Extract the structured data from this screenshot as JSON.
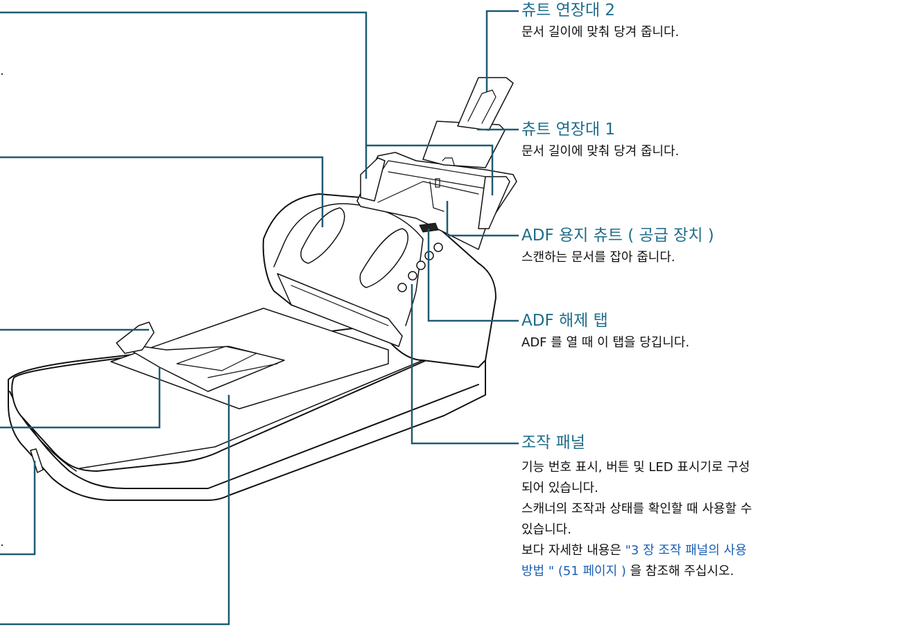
{
  "colors": {
    "leader": "#1f5a73",
    "heading": "#1f6d8c",
    "link": "#1a5fb4",
    "line_art": "#111111"
  },
  "callouts": {
    "chute_ext2": {
      "title": "츄트 연장대 2",
      "desc": "문서 길이에 맞춰 당겨 줍니다."
    },
    "chute_ext1": {
      "title": "츄트 연장대 1",
      "desc": "문서 길이에 맞춰 당겨 줍니다."
    },
    "adf_chute": {
      "title": "ADF 용지 츄트 ( 공급 장치 )",
      "desc": "스캔하는 문서를 잡아 줍니다."
    },
    "adf_release": {
      "title": "ADF 해제 탭",
      "desc": "ADF 를 열 때 이 탭을 당깁니다."
    },
    "operator_panel": {
      "title": "조작 패널",
      "desc_lines": [
        "기능 번호 표시, 버튼 및 LED 표시기로 구성",
        "되어 있습니다.",
        "스캐너의 조작과 상태를 확인할 때 사용할 수",
        "있습니다."
      ],
      "ref_prefix": "보다 자세한 내용은 ",
      "ref_link_line1": "\"3 장 조작 패널의 사용",
      "ref_link_line2": "방법 \" (51 페이지 )",
      "ref_suffix": " 을 참조해 주십시오."
    }
  }
}
